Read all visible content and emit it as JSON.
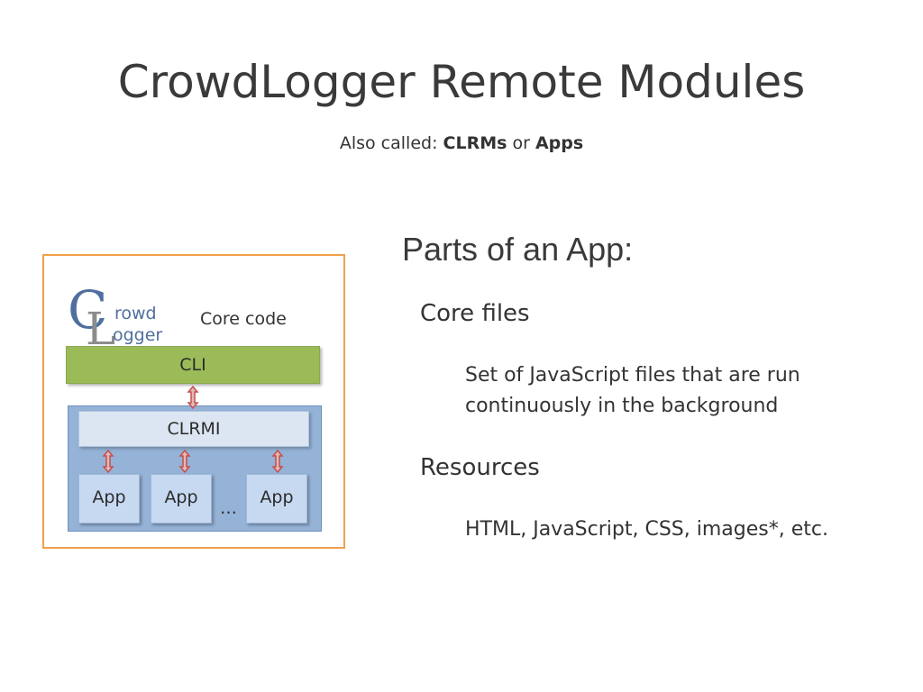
{
  "slide": {
    "title": "CrowdLogger Remote Modules",
    "subtitle_prefix": "Also called: ",
    "subtitle_term1": "CLRMs",
    "subtitle_mid": " or ",
    "subtitle_term2": "Apps"
  },
  "diagram": {
    "logo_letters": "CL",
    "logo_word1": "rowd",
    "logo_word2": "ogger",
    "core_code_label": "Core code",
    "cli_label": "CLI",
    "clrmi_label": "CLRMI",
    "apps": [
      "App",
      "App",
      "App"
    ],
    "ellipsis": "…",
    "colors": {
      "frame": "#f0a04b",
      "cli": "#9bbb59",
      "container": "#95b3d7",
      "clrmi": "#dce6f2",
      "app": "#c6d9f1",
      "arrow": "#c0504d",
      "logo": "#4f6f9f"
    }
  },
  "content": {
    "heading": "Parts of an App:",
    "items": [
      {
        "label": "Core files",
        "detail": "Set of JavaScript files that are run continuously in the background"
      },
      {
        "label": "Resources",
        "detail": "HTML, JavaScript, CSS, images*, etc."
      }
    ]
  }
}
